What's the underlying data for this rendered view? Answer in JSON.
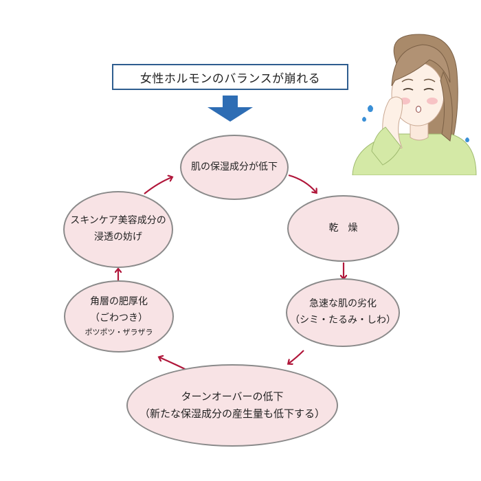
{
  "header": {
    "text": "女性ホルモンのバランスが崩れる"
  },
  "cycle": {
    "node1": {
      "line1": "肌の保湿成分が低下"
    },
    "node2": {
      "line1": "乾　燥"
    },
    "node3": {
      "line1": "急速な肌の劣化",
      "line2": "（シミ・たるみ・しわ）"
    },
    "node4": {
      "line1": "ターンオーバーの低下",
      "line2": "（新たな保湿成分の産生量も低下する）"
    },
    "node5": {
      "line1": "角層の肥厚化",
      "line2": "（ごわつき）",
      "line3": "ポツポツ・ザラザラ"
    },
    "node6": {
      "line1": "スキンケア美容成分の",
      "line2": "浸透の妨げ"
    }
  },
  "colors": {
    "node_fill": "#f8e3e5",
    "node_border": "#8a8a8a",
    "cycle_arrow": "#b0163a",
    "header_border": "#2e5d8f",
    "header_arrow": "#2e6db4"
  }
}
